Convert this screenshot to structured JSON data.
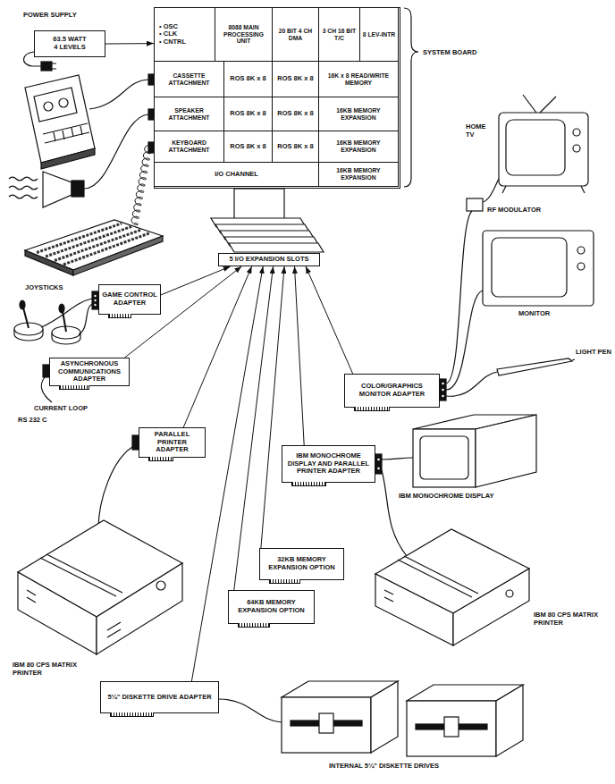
{
  "diagram": {
    "nodes": [
      {
        "text": [
          "POWER SUPPLY",
          "63.5 WATT 4 LEVELS"
        ]
      },
      {
        "text": [
          "SYSTEM BOARD"
        ]
      },
      {
        "text": [
          "• OSC • CLK • CNTRL"
        ],
        "in": 1
      },
      {
        "text": [
          "8088 MAIN PROCESSING UNIT"
        ],
        "in": 1
      },
      {
        "text": [
          "20 BIT 4 CH DMA"
        ],
        "in": 1
      },
      {
        "text": [
          "3 CH 16 BIT T/C"
        ],
        "in": 1
      },
      {
        "text": [
          "8 LEV-INTR"
        ],
        "in": 1
      },
      {
        "text": [
          "CASSETTE ATTACHMENT"
        ],
        "in": 1
      },
      {
        "text": [
          "ROS 8K x 8"
        ],
        "in": 1
      },
      {
        "text": [
          "ROS 8K x 8"
        ],
        "in": 1
      },
      {
        "text": [
          "16K x 8 READ/WRITE MEMORY"
        ],
        "in": 1
      },
      {
        "text": [
          "SPEAKER ATTACHMENT"
        ],
        "in": 1
      },
      {
        "text": [
          "ROS 8K x 8"
        ],
        "in": 1
      },
      {
        "text": [
          "ROS 8K x 8"
        ],
        "in": 1
      },
      {
        "text": [
          "16KB MEMORY EXPANSION"
        ],
        "in": 1
      },
      {
        "text": [
          "KEYBOARD ATTACHMENT"
        ],
        "in": 1
      },
      {
        "text": [
          "ROS 8K x 8"
        ],
        "in": 1
      },
      {
        "text": [
          "ROS 8K x 8"
        ],
        "in": 1
      },
      {
        "text": [
          "16KB MEMORY EXPANSION"
        ],
        "in": 1
      },
      {
        "text": [
          "I/O CHANNEL"
        ],
        "in": 1
      },
      {
        "text": [
          "16KB MEMORY EXPANSION"
        ],
        "in": 1
      },
      {
        "text": [
          "5 I/O EXPANSION SLOTS"
        ]
      },
      {
        "text": [
          "GAME CONTROL ADAPTER"
        ]
      },
      {
        "text": [
          "COLOR/GRAPHICS MONITOR ADAPTER"
        ]
      },
      {
        "text": [
          "ASYNCHRONOUS COMMUNICATIONS ADAPTER"
        ]
      },
      {
        "text": [
          "PARALLEL PRINTER ADAPTER"
        ]
      },
      {
        "text": [
          "IBM MONOCHROME DISPLAY AND PARALLEL PRINTER ADAPTER"
        ]
      },
      {
        "text": [
          "32KB MEMORY EXPANSION OPTION"
        ]
      },
      {
        "text": [
          "64KB MEMORY EXPANSION OPTION"
        ]
      },
      {
        "text": [
          "5¼\" DISKETTE DRIVE ADAPTER"
        ]
      }
    ],
    "edges": [
      {
        "from": 0,
        "to": 1,
        "arrow": "to"
      },
      {
        "from": 22,
        "to": 21,
        "arrow": "to"
      },
      {
        "from": 24,
        "to": 21,
        "arrow": "to"
      },
      {
        "from": 25,
        "to": 21,
        "arrow": "to"
      },
      {
        "from": 29,
        "to": 21,
        "arrow": "to"
      },
      {
        "from": 28,
        "to": 21,
        "arrow": "to"
      },
      {
        "from": 27,
        "to": 21,
        "arrow": "to"
      },
      {
        "from": 26,
        "to": 21,
        "arrow": "to"
      },
      {
        "from": 23,
        "to": 21,
        "arrow": "to"
      }
    ],
    "labels": [
      "HOME TV",
      "RF MODULATOR",
      "MONITOR",
      "LIGHT PEN",
      "JOYSTICKS",
      "CURRENT LOOP",
      "RS 232 C",
      "IBM MONOCHROME DISPLAY",
      "IBM 80 CPS MATRIX PRINTER",
      "IBM 80 CPS MATRIX PRINTER",
      "INTERNAL 5¼\" DISKETTE DRIVES"
    ]
  }
}
